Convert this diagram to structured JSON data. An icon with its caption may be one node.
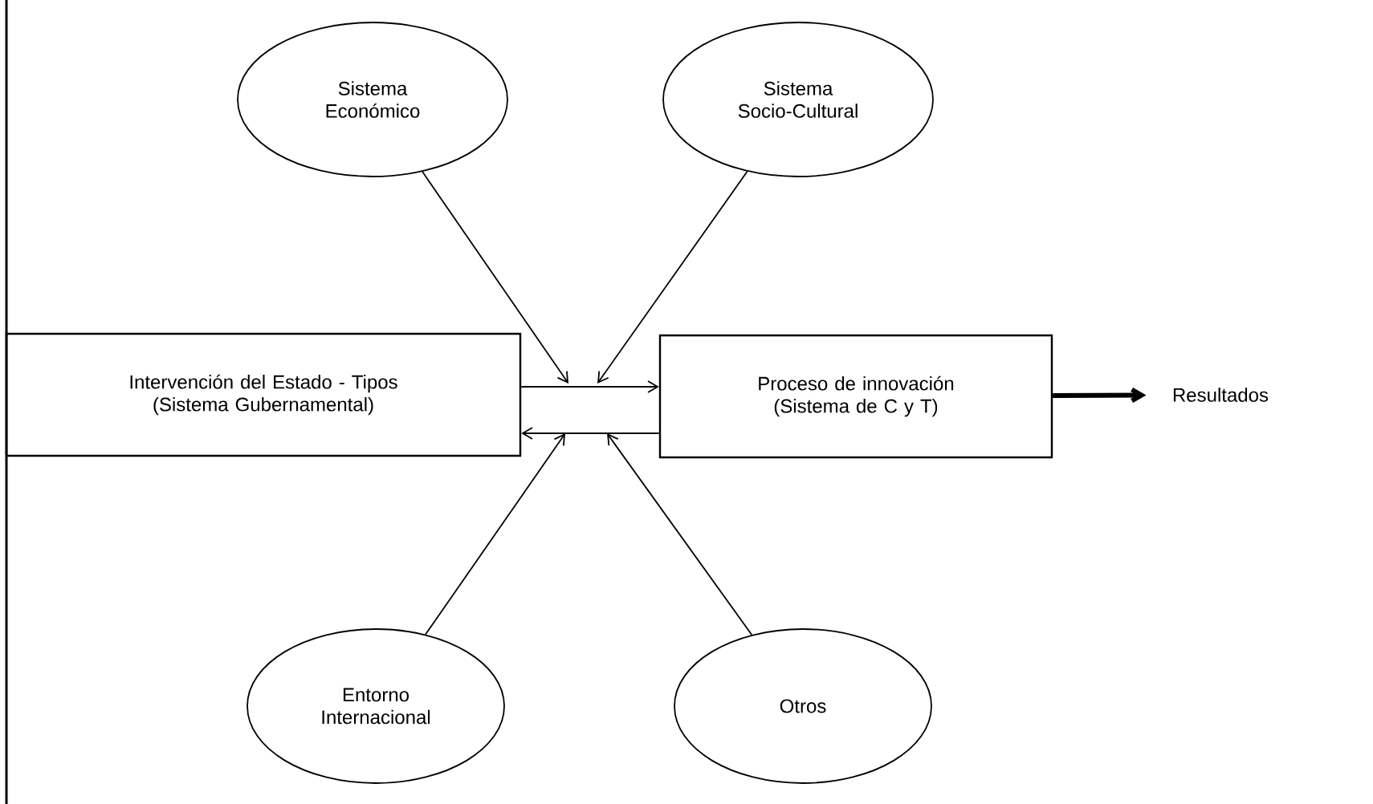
{
  "diagram": {
    "nodes": [
      {
        "text": [
          "Sistema Económico"
        ]
      },
      {
        "text": [
          "Sistema Socio-Cultural"
        ]
      },
      {
        "text": [
          "Intervención del Estado - Tipos (Sistema Gubernamental)"
        ]
      },
      {
        "text": [
          "Proceso de innovación (Sistema de C y T)"
        ]
      },
      {
        "text": [
          "Resultados"
        ]
      },
      {
        "text": [
          "Entorno Internacional"
        ]
      },
      {
        "text": [
          "Otros"
        ]
      }
    ],
    "edges": [
      {
        "from": 0,
        "to": null,
        "arrow": "to"
      },
      {
        "from": 1,
        "to": null,
        "arrow": "to"
      },
      {
        "from": 5,
        "to": null,
        "arrow": "to"
      },
      {
        "from": 6,
        "to": null,
        "arrow": "to"
      },
      {
        "from": 2,
        "to": 3,
        "arrow": "to"
      },
      {
        "from": 3,
        "to": 2,
        "arrow": "to"
      },
      {
        "from": 3,
        "to": 4,
        "arrow": "to",
        "style": "thick"
      }
    ]
  }
}
